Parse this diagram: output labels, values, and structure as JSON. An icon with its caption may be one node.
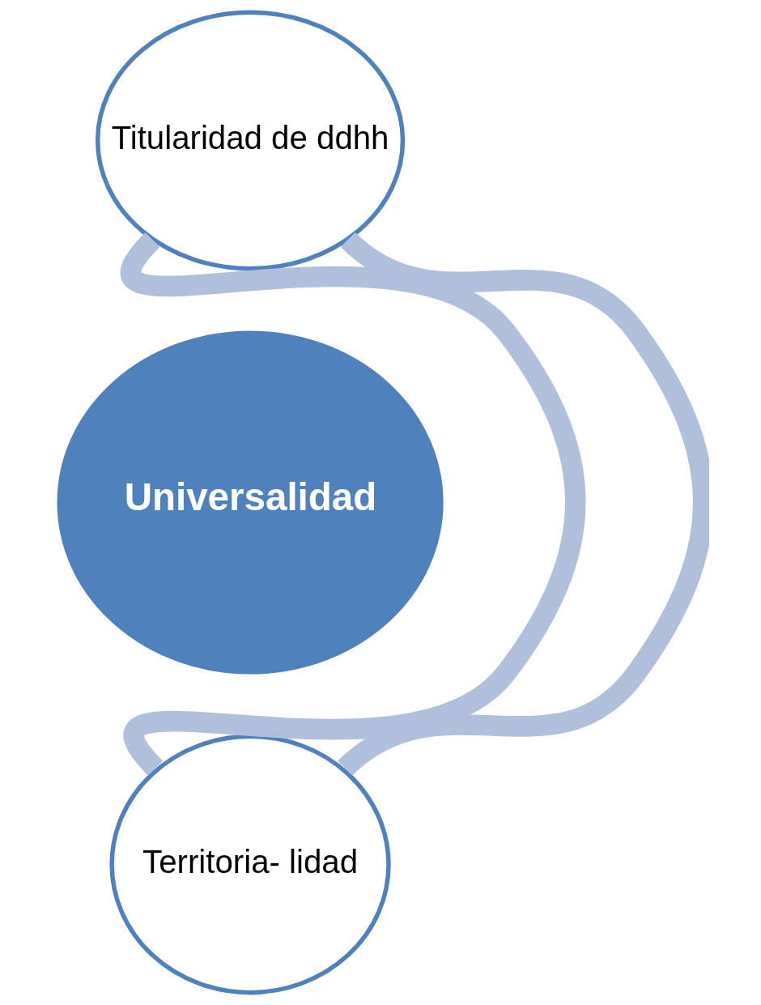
{
  "diagram": {
    "nodes": [
      {
        "text": [
          "Titularidad de ddhh"
        ]
      },
      {
        "text": [
          "Universalidad"
        ]
      },
      {
        "text": [
          "Territoria- lidad"
        ]
      }
    ],
    "edges": [
      {
        "from": 0,
        "to": 2,
        "arrow": "none",
        "color": "#b0c0dc"
      },
      {
        "from": 0,
        "to": 2,
        "arrow": "none",
        "color": "#b0c0dc"
      }
    ]
  }
}
